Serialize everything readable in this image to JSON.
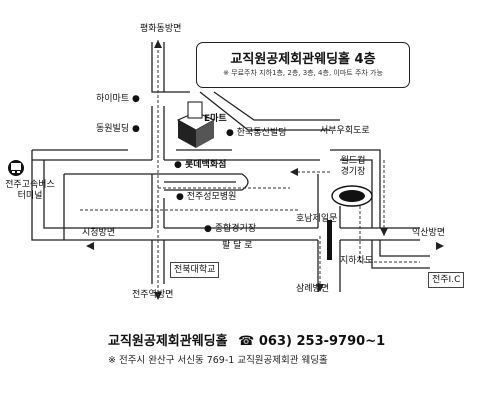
{
  "callout": {
    "title": "교직원공제회관웨딩홀 4층",
    "note": "※ 무료주차 지하1층, 2층, 3층, 4층, 이마트 주차 가능"
  },
  "labels": {
    "pyeonghwa": "평화동방면",
    "haimart": "하이마트 ●",
    "emart": "E마트",
    "dongwon": "동원빌딩 ●",
    "hanguk_tongsin": "● 한국통신빌딩",
    "seobu_ucheon": "서부우회도로",
    "bus_terminal": "전주고속버스\n터미널",
    "lotte": "● 롯데백화점",
    "worldcup": "월드컵\n경기장",
    "seongmo": "● 전주성모병원",
    "jonghap": "● 종합경기장",
    "honam": "호남제일문",
    "sicheong": "시청방면",
    "iksan": "익산방면",
    "paldal": "팔 달 로",
    "jeonbuk_univ": "전북대학교",
    "jihacha": "지하차도",
    "jeonju_ic": "전주I.C",
    "jeonju_station": "전주역방면",
    "samrye": "삼례방면"
  },
  "footer": {
    "title": "교직원공제회관웨딩홀",
    "phone_icon": "☎",
    "phone": "063) 253-9790~1",
    "address": "※ 전주시 완산구 서신동 769-1 교직원공제회관 웨딩홀"
  },
  "icons": {
    "bus": "bus-icon",
    "building": "building-icon",
    "stadium": "stadium-icon"
  }
}
